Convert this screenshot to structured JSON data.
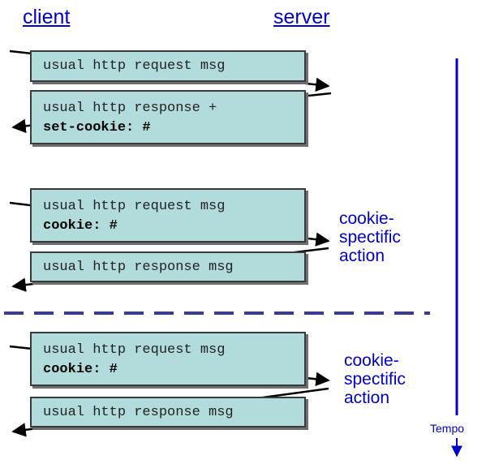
{
  "headers": {
    "client": "client",
    "server": "server"
  },
  "exchange1": {
    "request": {
      "line1": "usual http request msg"
    },
    "response": {
      "line1": "usual http response +",
      "line2": "set-cookie: #"
    }
  },
  "exchange2": {
    "request": {
      "line1": "usual http request msg",
      "line2": "cookie: #"
    },
    "response": {
      "line1": "usual http response msg"
    },
    "note": {
      "line1": "cookie-",
      "line2": "spectific",
      "line3": "action"
    }
  },
  "exchange3": {
    "request": {
      "line1": "usual http request msg",
      "line2": "cookie: #"
    },
    "response": {
      "line1": "usual http response msg"
    },
    "note": {
      "line1": "cookie-",
      "line2": "spectific",
      "line3": "action"
    }
  },
  "timeline": {
    "label": "Tempo"
  },
  "colors": {
    "box_fill": "#b2dcdc",
    "accent": "#0000cc",
    "divider": "#3b3b8f"
  }
}
